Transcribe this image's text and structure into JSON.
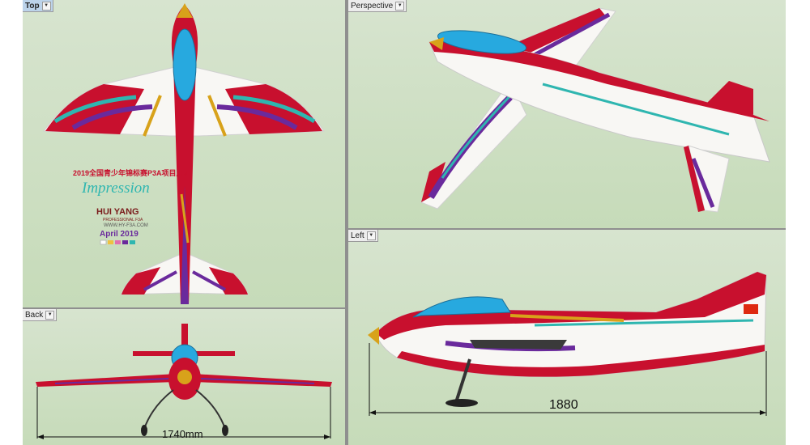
{
  "viewports": {
    "top": {
      "label": "Top",
      "active": true
    },
    "perspective": {
      "label": "Perspective",
      "active": false
    },
    "back": {
      "label": "Back",
      "active": false
    },
    "left": {
      "label": "Left",
      "active": false
    }
  },
  "poster": {
    "title_cn": "2019全国青少年锦标赛P3A项目用机",
    "model_name": "Impression",
    "brand": "HUI YANG",
    "brand_sub": "PROFESSIONAL F3A",
    "website": "WWW.HY-F3A.COM",
    "date": "April 2019"
  },
  "dimensions": {
    "wingspan": "1740mm",
    "length": "1880"
  },
  "colors": {
    "red": "#c8102e",
    "teal": "#2fb6b0",
    "purple": "#6a2a9c",
    "gold": "#d8a21a",
    "canopy": "#27a9df",
    "active_tab": "#bcd3ea"
  }
}
